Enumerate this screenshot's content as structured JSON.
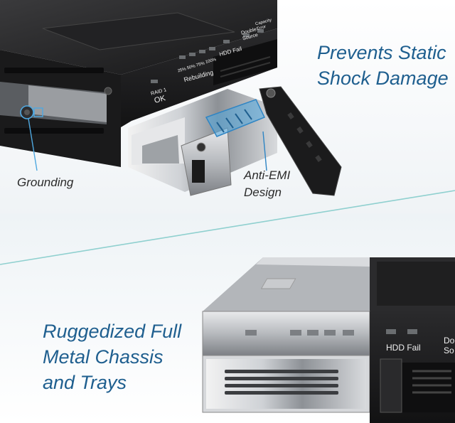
{
  "captions": {
    "static_line1": "Prevents Static",
    "static_line2": "Shock Damage",
    "grounding": "Grounding",
    "anti_emi_line1": "Anti-EMI",
    "anti_emi_line2": "Design",
    "rugged_line1": "Ruggedized Full",
    "rugged_line2": "Metal Chassis",
    "rugged_line3": "and Trays"
  },
  "device_labels": {
    "raid": "RAID 1",
    "ok": "OK",
    "rebuilding": "Rebuilding",
    "hdd_fail_top": "HDD Fail",
    "double_source_top": "Double Source",
    "capacity_error": "Capacity Error",
    "pct_25": "25%",
    "pct_50": "50%",
    "pct_75": "75%",
    "pct_100": "100%",
    "hdd_fail_bottom": "HDD Fail",
    "double_source_bottom_line1": "Do",
    "double_source_bottom_line2": "So"
  },
  "colors": {
    "caption_blue": "#1f5f8f",
    "divider_teal": "#8fd0cf",
    "emi_highlight": "#4fa8e0",
    "chassis_black": "#1c1c1e",
    "metal_silver": "#c9ccd0"
  }
}
